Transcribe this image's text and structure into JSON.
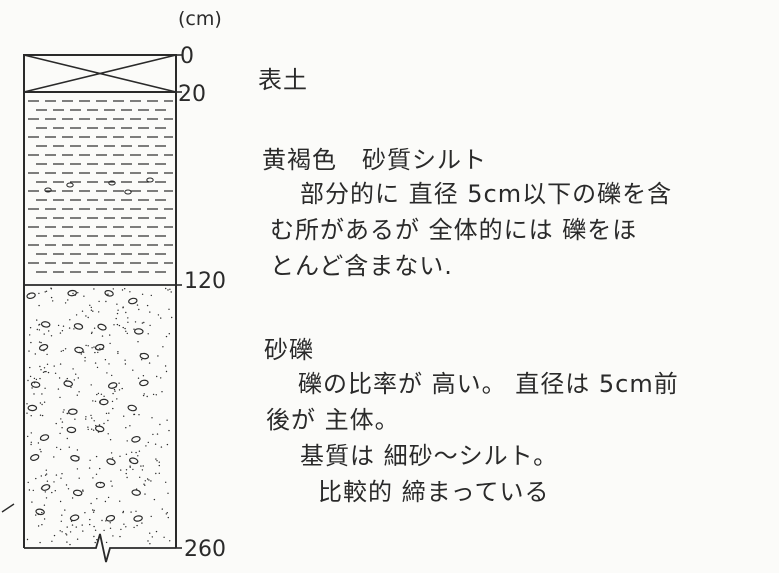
{
  "unit": "(cm)",
  "depth_marks": [
    "0",
    "20",
    "120",
    "260"
  ],
  "layers": [
    {
      "id": "topsoil",
      "pattern": "cross-box",
      "title": "表土",
      "description": []
    },
    {
      "id": "sandy-silt",
      "pattern": "dashes",
      "title": "黄褐色　砂質シルト",
      "description": [
        "部分的に 直径 5cm以下の礫を含",
        "む所があるが 全体的には 礫をほ",
        "とんど含まない."
      ]
    },
    {
      "id": "gravel",
      "pattern": "gravel-dots",
      "title": "砂礫",
      "description": [
        "礫の比率が 高い。 直径は 5cm前",
        "後が 主体。",
        "基質は 細砂～シルト。",
        "比較的 締まっている"
      ]
    }
  ]
}
